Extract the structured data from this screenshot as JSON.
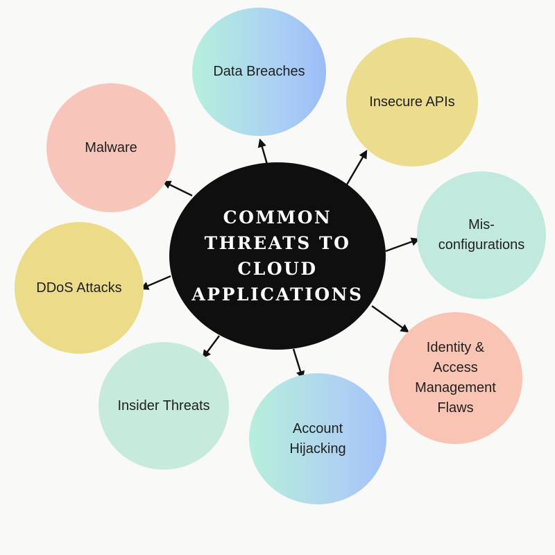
{
  "diagram": {
    "center": {
      "title": "COMMON\nTHREATS TO\nCLOUD\nAPPLICATIONS"
    },
    "threats": [
      {
        "id": "data-breaches",
        "label": "Data Breaches",
        "color": "#a9cdf6"
      },
      {
        "id": "insecure-apis",
        "label": "Insecure APIs",
        "color": "#ecdc8e"
      },
      {
        "id": "misconfigurations",
        "label": "Mis-\nconfigurations",
        "color": "#c1e9de"
      },
      {
        "id": "identity-access",
        "label": "Identity &\nAccess\nManagement\nFlaws",
        "color": "#f9c4b3"
      },
      {
        "id": "account-hijacking",
        "label": "Account\nHijacking",
        "color": "#aed0f2"
      },
      {
        "id": "insider-threats",
        "label": "Insider Threats",
        "color": "#c6eadc"
      },
      {
        "id": "ddos-attacks",
        "label": "DDoS Attacks",
        "color": "#ecdc8a"
      },
      {
        "id": "malware",
        "label": "Malware",
        "color": "#f8c5bb"
      }
    ],
    "center_color": "#0f0f0f",
    "arrow_color": "#111111"
  }
}
